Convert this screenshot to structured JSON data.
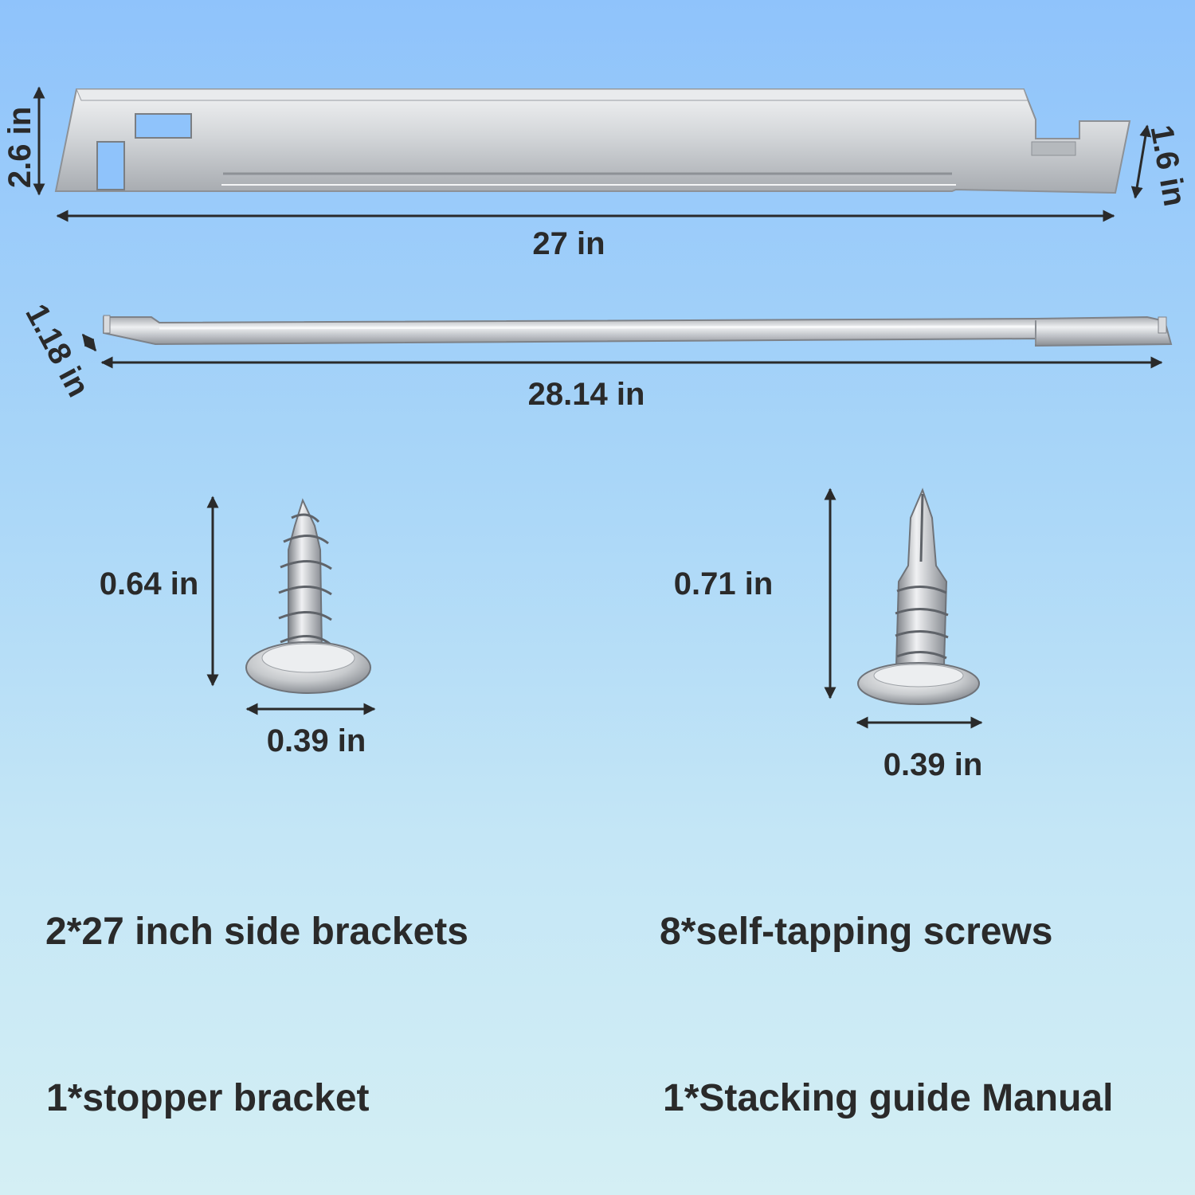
{
  "side_bracket": {
    "left_height": "2.6 in",
    "right_height": "1.6 in",
    "length": "27 in"
  },
  "stopper_bracket": {
    "height": "1.18 in",
    "length": "28.14 in"
  },
  "tapping_screw": {
    "height": "0.64 in",
    "head_width": "0.39 in"
  },
  "drill_screw": {
    "height": "0.71 in",
    "head_width": "0.39 in"
  },
  "contents": [
    "2*27 inch side brackets",
    "8*self-tapping screws",
    "1*stopper bracket",
    "1*Stacking guide Manual"
  ],
  "colors": {
    "background_top": "#8fc3fb",
    "background_bottom": "#d4eff4",
    "text": "#2a2a2a",
    "metal": "#c9ccd0"
  }
}
